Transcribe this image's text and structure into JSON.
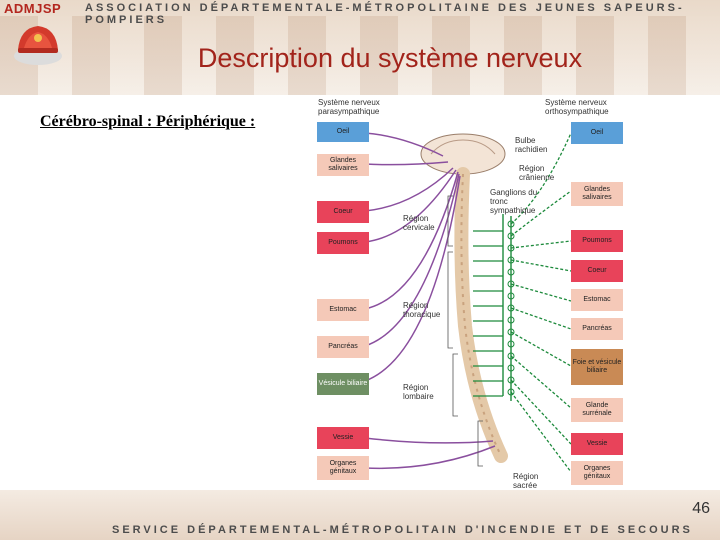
{
  "header": {
    "brand": "ADMJSP",
    "organization": "ASSOCIATION DÉPARTEMENTALE-MÉTROPOLITAINE DES JEUNES SAPEURS-POMPIERS"
  },
  "slide": {
    "title": "Description du système nerveux",
    "subtitle": "Cérébro-spinal : Périphérique :"
  },
  "diagram": {
    "left_heading": "Système nerveux parasympathique",
    "right_heading": "Système nerveux orthosympathique",
    "left_organs": [
      "Oeil",
      "Glandes salivaires",
      "Coeur",
      "Poumons",
      "Estomac",
      "Pancréas",
      "Vésicule biliaire",
      "Vessie",
      "Organes génitaux"
    ],
    "right_organs": [
      "Oeil",
      "Glandes salivaires",
      "Poumons",
      "Coeur",
      "Estomac",
      "Pancréas",
      "Foie et vésicule biliaire",
      "Glande surrénale",
      "Vessie",
      "Organes génitaux"
    ],
    "labels": {
      "bulbe": "Bulbe rachidien",
      "cranienne": "Région crânienne",
      "ganglions": "Ganglions du tronc sympathique",
      "cervicale": "Région cervicale",
      "thoracique": "Région thoracique",
      "lombaire": "Région lombaire",
      "sacree": "Région sacrée"
    },
    "colors": {
      "parasympathetic": "#8a4f9e",
      "sympathetic": "#1d8a3c",
      "organ_red": "#e8435a",
      "organ_pink": "#f5c9b8",
      "organ_blue": "#5a9fd8"
    }
  },
  "footer": {
    "page_number": "46",
    "organization": "SERVICE DÉPARTEMENTAL-MÉTROPOLITAIN D'INCENDIE ET DE SECOURS"
  }
}
